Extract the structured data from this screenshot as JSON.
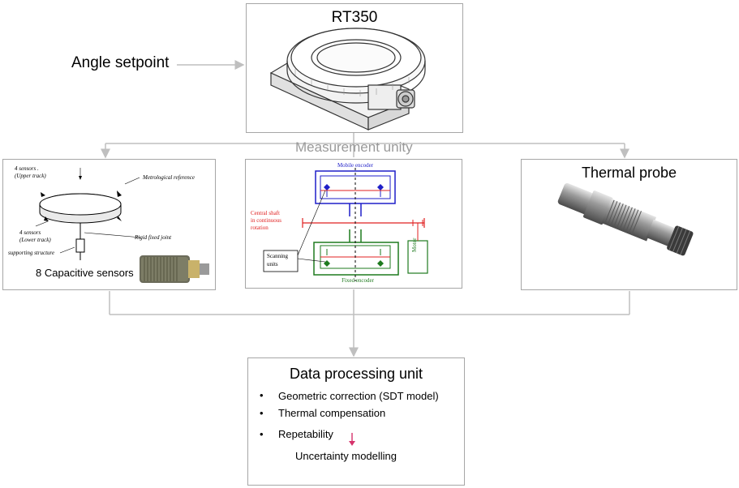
{
  "rt350": {
    "title": "RT350"
  },
  "angle_setpoint": {
    "label": "Angle setpoint"
  },
  "measurement_unity": {
    "label": "Measurement unity"
  },
  "capacitive": {
    "sensors_upper": "4 sensors .",
    "upper_track": "(Upper track)",
    "metrological_reference": "Metrological reference",
    "sensors_lower": "4 sensors",
    "lower_track": "(Lower track)",
    "rigid_fixed_joint": "Rigid fixed joint",
    "supporting_structure": "supporting structure",
    "caption": "8 Capacitive sensors"
  },
  "encoder": {
    "mobile_encoder": "Mobile encoder",
    "central_shaft_1": "Central shaft",
    "central_shaft_2": "in continuous",
    "central_shaft_3": "rotation",
    "scanning_units_1": "Scanning",
    "scanning_units_2": "units",
    "fixed_encoder": "Fixed encoder",
    "motor": "Motor"
  },
  "thermal_probe": {
    "title": "Thermal probe"
  },
  "data_processing": {
    "title": "Data processing unit",
    "items": [
      "Geometric correction (SDT model)",
      "Thermal compensation",
      "Repetability"
    ],
    "sub_item": "Uncertainty modelling"
  },
  "colors": {
    "border": "#a6a6a6",
    "connector": "#bfbfbf",
    "encoder_blue": "#1f1fc8",
    "encoder_red": "#e02020",
    "encoder_green": "#1e7a1e",
    "accent_arrow": "#d6336c"
  }
}
